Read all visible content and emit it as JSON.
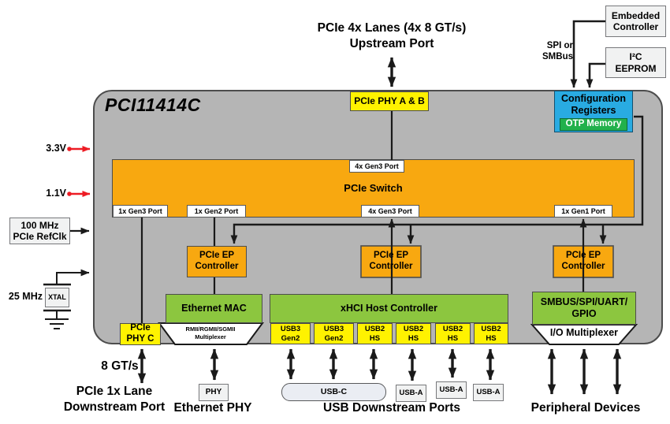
{
  "title": "PCI11414C",
  "external": {
    "upstream_line1": "PCIe 4x Lanes (4x 8 GT/s)",
    "upstream_line2": "Upstream Port",
    "embedded_controller": [
      "Embedded",
      "Controller"
    ],
    "eeprom": [
      "I²C",
      "EEPROM"
    ],
    "spi_smbus": [
      "SPI or",
      "SMBus"
    ],
    "v33": "3.3V",
    "v11": "1.1V",
    "refclk": [
      "100 MHz",
      "PCIe RefClk"
    ],
    "xtal_freq": "25 MHz",
    "xtal": "XTAL",
    "gt8": "8 GT/s",
    "downstream": [
      "PCIe 1x Lane",
      "Downstream Port"
    ],
    "phy_box": "PHY",
    "ethernet_phy": "Ethernet PHY",
    "usbc": "USB-C",
    "usba": "USB-A",
    "usb_ports_label": "USB Downstream Ports",
    "peripheral_label": "Peripheral Devices"
  },
  "chip": {
    "phy_ab": "PCIe PHY A & B",
    "config": [
      "Configuration",
      "Registers"
    ],
    "otp": "OTP Memory",
    "switch": "PCIe Switch",
    "port_top": "4x Gen3 Port",
    "port_gen3": "1x Gen3 Port",
    "port_gen2": "1x Gen2 Port",
    "port_gen3b": "4x Gen3 Port",
    "port_gen1": "1x Gen1 Port",
    "ep": [
      "PCIe EP",
      "Controller"
    ],
    "ethernet_mac": "Ethernet MAC",
    "xhci": "xHCI Host Controller",
    "smbus": [
      "SMBUS/SPI/UART/",
      "GPIO"
    ],
    "rmii_mux": [
      "RMII/RGMII/SGMII",
      "Multiplexer"
    ],
    "io_mux": "I/O Multiplexer",
    "phy_c": [
      "PCIe",
      "PHY C"
    ]
  },
  "usb_ports": [
    [
      "USB3",
      "Gen2"
    ],
    [
      "USB3",
      "Gen2"
    ],
    [
      "USB2",
      "HS"
    ],
    [
      "USB2",
      "HS"
    ],
    [
      "USB2",
      "HS"
    ],
    [
      "USB2",
      "HS"
    ]
  ],
  "colors": {
    "chip_gray": "#b5b5b5",
    "orange": "#f8a810",
    "green": "#8cc63f",
    "yellow": "#fff200",
    "config_blue": "#29abe2",
    "otp_green": "#22b14c",
    "wire_black": "#1a1a1a",
    "power_red": "#ed1c24"
  }
}
